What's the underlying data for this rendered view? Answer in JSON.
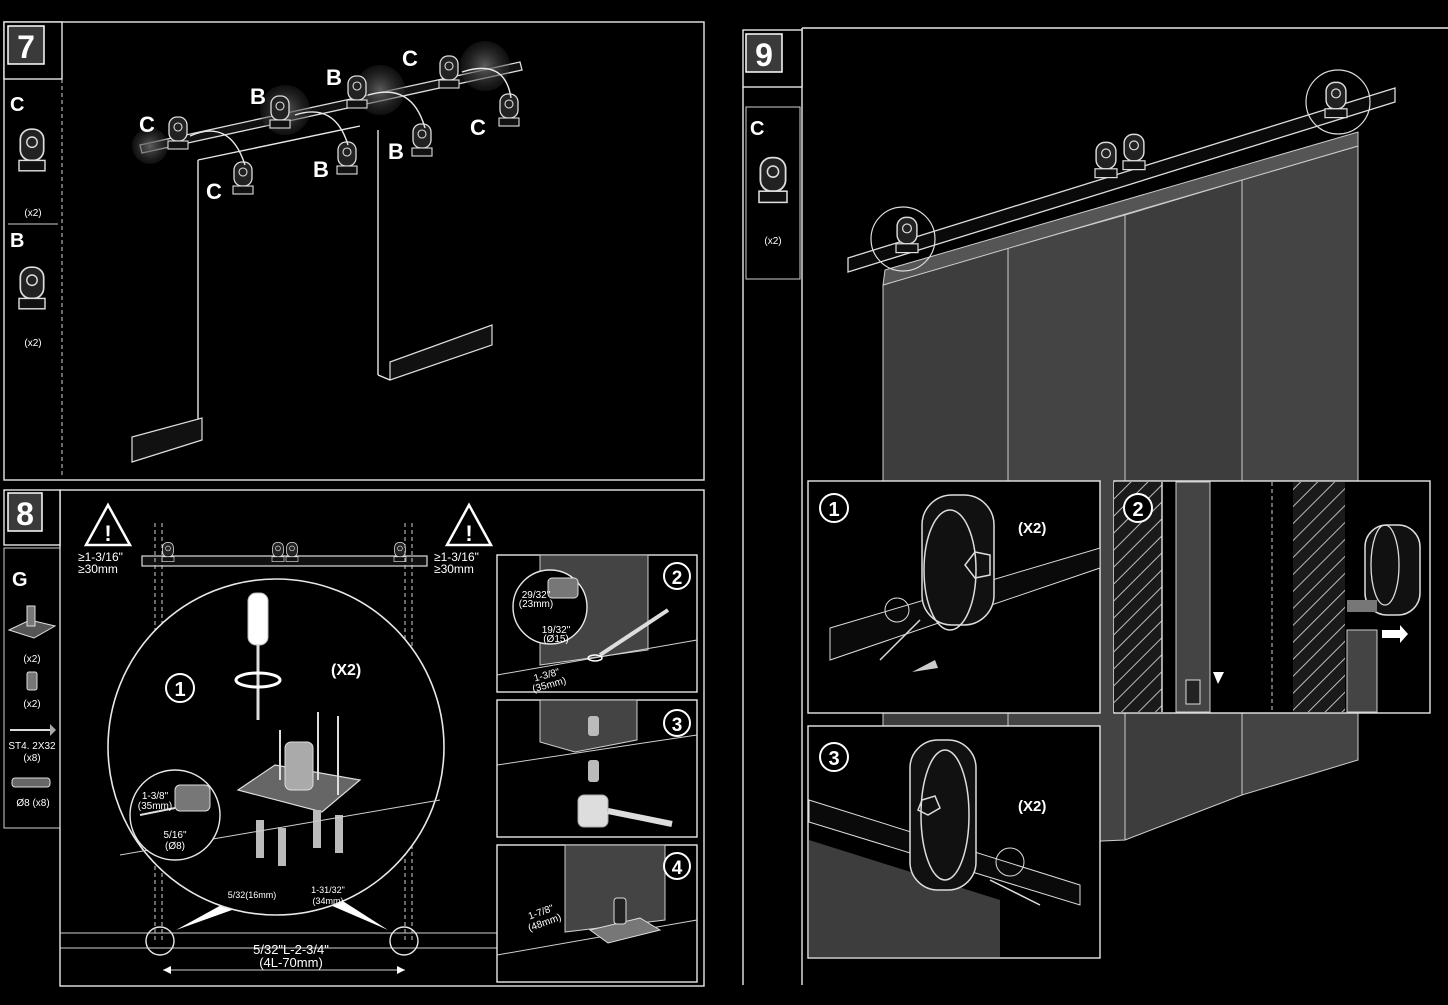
{
  "steps": {
    "step7": {
      "number": "7",
      "parts": [
        {
          "letter": "C",
          "qty": "(x2)"
        },
        {
          "letter": "B",
          "qty": "(x2)"
        }
      ],
      "labels": [
        "C",
        "B",
        "B",
        "C",
        "C",
        "B",
        "B",
        "C"
      ]
    },
    "step8": {
      "number": "8",
      "parts": {
        "letter": "G",
        "items": [
          "(x2)",
          "(x2)",
          "ST4. 2X32",
          "(x8)",
          "Ø8 (x8)"
        ]
      },
      "clearance_left": [
        "≥1-3/16\"",
        "≥30mm"
      ],
      "clearance_right": [
        "≥1-3/16\"",
        "≥30mm"
      ],
      "circle_num": "1",
      "multiplier": "(X2)",
      "drill_small": [
        "1-3/8\"",
        "(35mm)",
        "5/16\"",
        "(Ø8)"
      ],
      "dims_bottom": [
        "5/32\"L-2-3/4\"",
        "(4L-70mm)"
      ],
      "dims_plate": [
        "5/32(16mm)",
        "1-31/32\"",
        "(34mm)"
      ],
      "sub2": {
        "num": "2",
        "drill": [
          "29/32\"",
          "(23mm)",
          "19/32\"",
          "(Ø15)"
        ],
        "dim": [
          "1-3/8\"",
          "(35mm)"
        ]
      },
      "sub3": {
        "num": "3"
      },
      "sub4": {
        "num": "4",
        "dim": [
          "1-7/8\"",
          "(48mm)"
        ]
      }
    },
    "step9": {
      "number": "9",
      "part": {
        "letter": "C",
        "qty": "(x2)"
      },
      "sub1": {
        "num": "1",
        "mult": "(X2)"
      },
      "sub2": {
        "num": "2"
      },
      "sub3": {
        "num": "3",
        "mult": "(X2)"
      }
    }
  }
}
